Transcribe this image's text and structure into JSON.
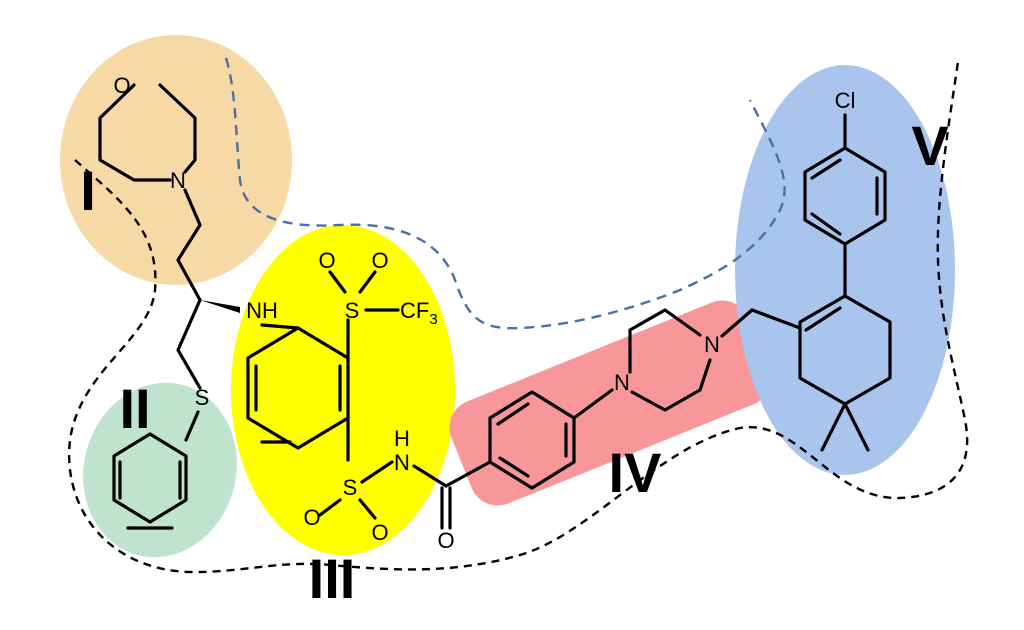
{
  "colors": {
    "region_I": "#f7d9a6",
    "region_II": "#bfe3cf",
    "region_III": "#ffff00",
    "region_IV": "#f8979a",
    "region_V": "#a9c5ed",
    "dashed_blue": "#4a6fa5",
    "dashed_black": "#000000"
  },
  "regions": {
    "I": "I",
    "II": "II",
    "III": "III",
    "IV": "IV",
    "V": "V"
  },
  "atoms": {
    "morpholine_O": "O",
    "morpholine_N": "N",
    "amine_NH": "NH",
    "thioether_S": "S",
    "sulfonyl_top_S": "S",
    "sulfonyl_top_O1": "O",
    "sulfonyl_top_O2": "O",
    "cf3_CF": "CF",
    "cf3_sub": "3",
    "sulfonamide_S": "S",
    "sulfonamide_O1": "O",
    "sulfonamide_O2": "O",
    "amide_H": "H",
    "amide_N": "N",
    "carbonyl_O": "O",
    "piperazine_N1": "N",
    "piperazine_N2": "N",
    "chloro_Cl": "Cl"
  }
}
